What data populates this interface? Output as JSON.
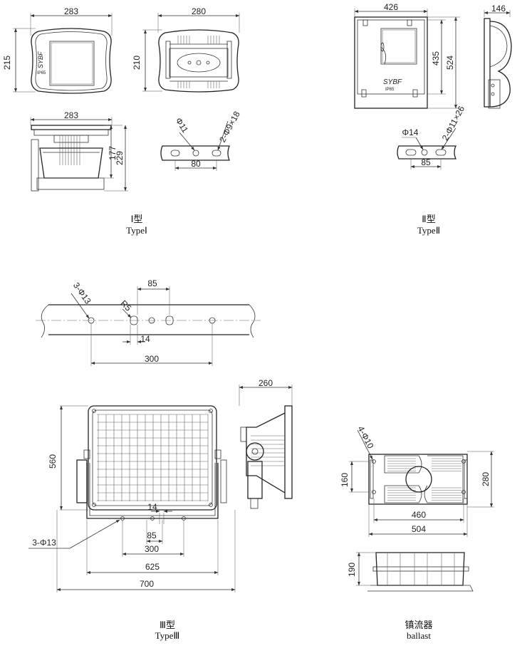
{
  "type1": {
    "front": {
      "width": "283",
      "height": "215",
      "brand": "SYBF",
      "ip": "IP65"
    },
    "back": {
      "width": "280",
      "height": "210"
    },
    "side": {
      "width": "283",
      "depth1": "177",
      "depth2": "229"
    },
    "mount": {
      "hole": "Φ11",
      "slot": "2-Φ9×18",
      "spacing": "80"
    },
    "caption_cn": "Ⅰ型",
    "caption_en": "TypeⅠ"
  },
  "type2": {
    "front": {
      "width": "426",
      "h1": "435",
      "h2": "524",
      "brand": "SYBF",
      "ip": "IP65"
    },
    "side": {
      "depth": "146"
    },
    "mount": {
      "hole": "Φ14",
      "slot": "2-Φ11×26",
      "spacing": "85"
    },
    "caption_cn": "Ⅱ型",
    "caption_en": "TypeⅡ"
  },
  "bracket": {
    "holes": "3-Φ13",
    "radius": "R5",
    "d85": "85",
    "d14": "14",
    "d300": "300"
  },
  "type3": {
    "front": {
      "height": "560",
      "d14": "14",
      "d85": "85",
      "d300": "300",
      "d625": "625",
      "d700": "700",
      "holes": "3-Φ13"
    },
    "side": {
      "depth": "260"
    },
    "caption_cn": "Ⅲ型",
    "caption_en": "TypeⅢ"
  },
  "ballast": {
    "holes": "4-Φ10",
    "d160": "160",
    "d280": "280",
    "d460": "460",
    "d504": "504",
    "d190": "190",
    "caption_cn": "镇流器",
    "caption_en": "ballast"
  }
}
